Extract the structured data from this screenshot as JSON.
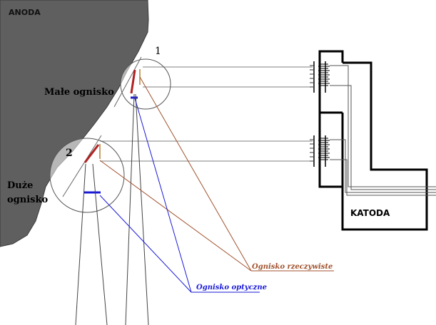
{
  "labels": {
    "anode": "ANODA",
    "cathode": "KATODA",
    "small_focus": "Małe ognisko",
    "large_focus_line1": "Duże",
    "large_focus_line2": "ognisko",
    "marker_1": "1",
    "marker_2": "2",
    "real_focus": "Ognisko rzeczywiste",
    "optical_focus": "Ognisko optyczne"
  },
  "colors": {
    "anode_fill": "#5f5f5f",
    "real_focus": "#a0522d",
    "optical_focus": "#1a1ad6",
    "focal_track": "#b22222",
    "filament_gold": "#c8a165",
    "structure": "#000000"
  }
}
